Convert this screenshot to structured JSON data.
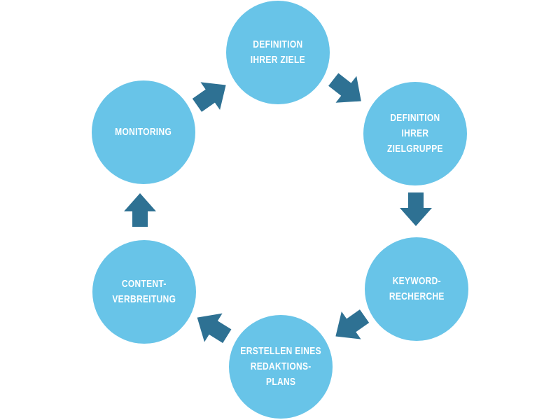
{
  "diagram": {
    "name": "content-marketing-cycle",
    "steps": [
      {
        "id": "definition-ziele",
        "label": "DEFINITION\nIHRER ZIELE"
      },
      {
        "id": "definition-zielgruppe",
        "label": "DEFINITION\nIHRER\nZIELGRUPPE"
      },
      {
        "id": "keyword-recherche",
        "label": "KEYWORD-\nRECHERCHE"
      },
      {
        "id": "redaktionsplan",
        "label": "ERSTELLEN EINES\nREDAKTIONS-\nPLANS"
      },
      {
        "id": "content-verbreitung",
        "label": "CONTENT-\nVERBREITUNG"
      },
      {
        "id": "monitoring",
        "label": "MONITORING"
      }
    ],
    "flow": "clockwise"
  },
  "theme": {
    "circle-fill": "#68C4E8",
    "arrow-fill": "#2E7193",
    "label-color": "#FFFFFF",
    "background": "#FFFFFF"
  }
}
